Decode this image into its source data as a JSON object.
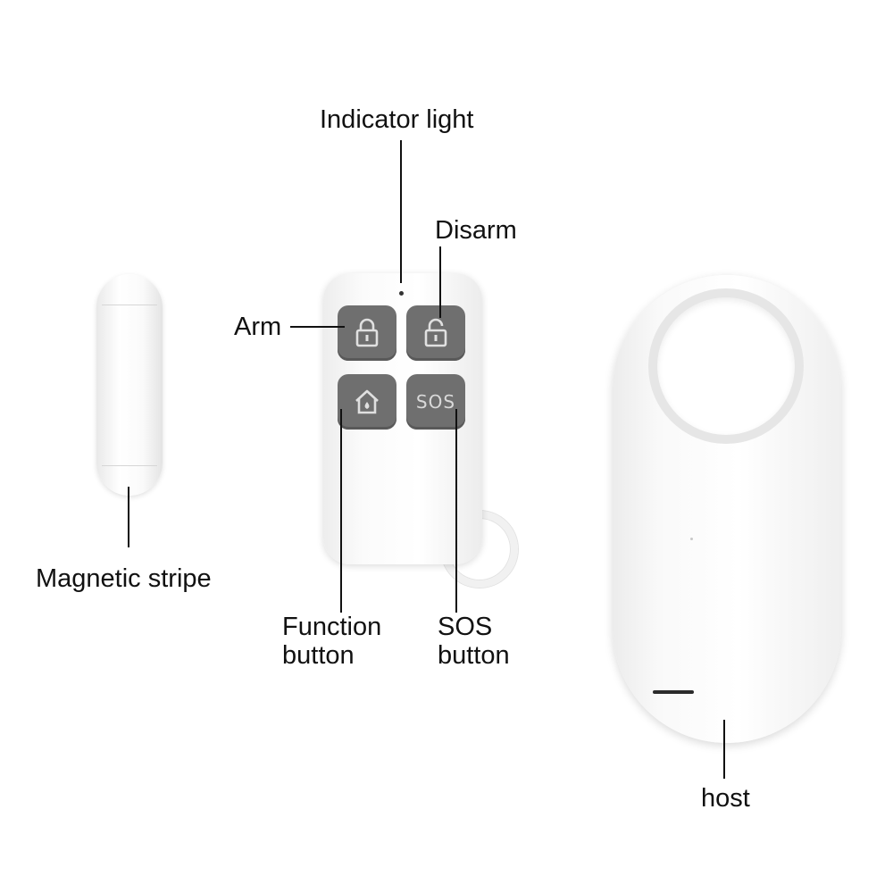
{
  "labels": {
    "indicator_light": "Indicator light",
    "disarm": "Disarm",
    "arm": "Arm",
    "magnetic_stripe": "Magnetic stripe",
    "function_button": [
      "Function",
      "button"
    ],
    "sos_button": [
      "SOS",
      "button"
    ],
    "host": "host"
  },
  "remote": {
    "sos_key_text": "SOS",
    "keys": [
      "lock-icon",
      "unlock-icon",
      "home-icon",
      "sos-key"
    ]
  },
  "colors": {
    "key_gray": "#6f6f6f",
    "device_white": "#ffffff",
    "leader_line": "#111111"
  }
}
